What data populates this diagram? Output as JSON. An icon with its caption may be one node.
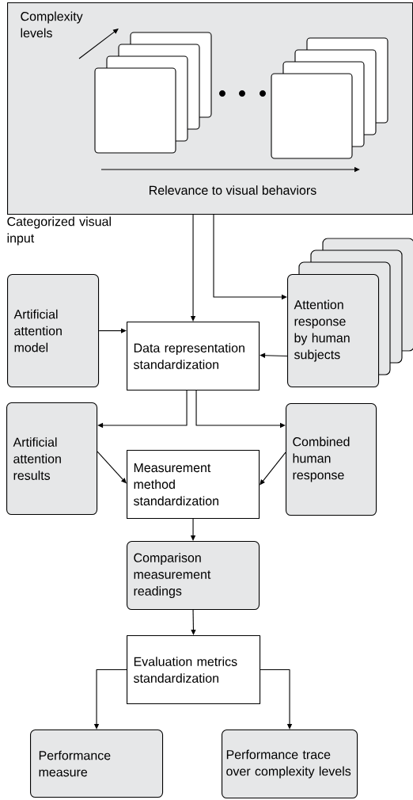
{
  "diagram": {
    "nodes": [
      {
        "text": [
          "Categorized visual input"
        ]
      },
      {
        "text": [
          "Artificial attention model"
        ]
      },
      {
        "text": [
          "Data representation standardization"
        ]
      },
      {
        "text": [
          "Attention response by human subjects"
        ]
      },
      {
        "text": [
          "Artificial attention results"
        ]
      },
      {
        "text": [
          "Combined human response"
        ]
      },
      {
        "text": [
          "Measurement method standardization"
        ]
      },
      {
        "text": [
          "Comparison measurement readings"
        ]
      },
      {
        "text": [
          "Evaluation metrics standardization"
        ]
      },
      {
        "text": [
          "Performance measure"
        ]
      },
      {
        "text": [
          "Performance trace over complexity levels"
        ]
      }
    ],
    "edges": [
      {
        "from": 0,
        "to": 2,
        "arrow": "to"
      },
      {
        "from": 0,
        "to": 3,
        "arrow": "to"
      },
      {
        "from": 1,
        "to": 2,
        "arrow": "to"
      },
      {
        "from": 3,
        "to": 2,
        "arrow": "to"
      },
      {
        "from": 2,
        "to": 4,
        "arrow": "to"
      },
      {
        "from": 2,
        "to": 5,
        "arrow": "to"
      },
      {
        "from": 4,
        "to": 6,
        "arrow": "to"
      },
      {
        "from": 5,
        "to": 6,
        "arrow": "to"
      },
      {
        "from": 6,
        "to": 7,
        "arrow": "to"
      },
      {
        "from": 7,
        "to": 8,
        "arrow": "to"
      },
      {
        "from": 8,
        "to": 9,
        "arrow": "to"
      },
      {
        "from": 8,
        "to": 10,
        "arrow": "to"
      }
    ],
    "labels": [
      "Complexity levels",
      "Relevance to visual behaviors"
    ]
  }
}
